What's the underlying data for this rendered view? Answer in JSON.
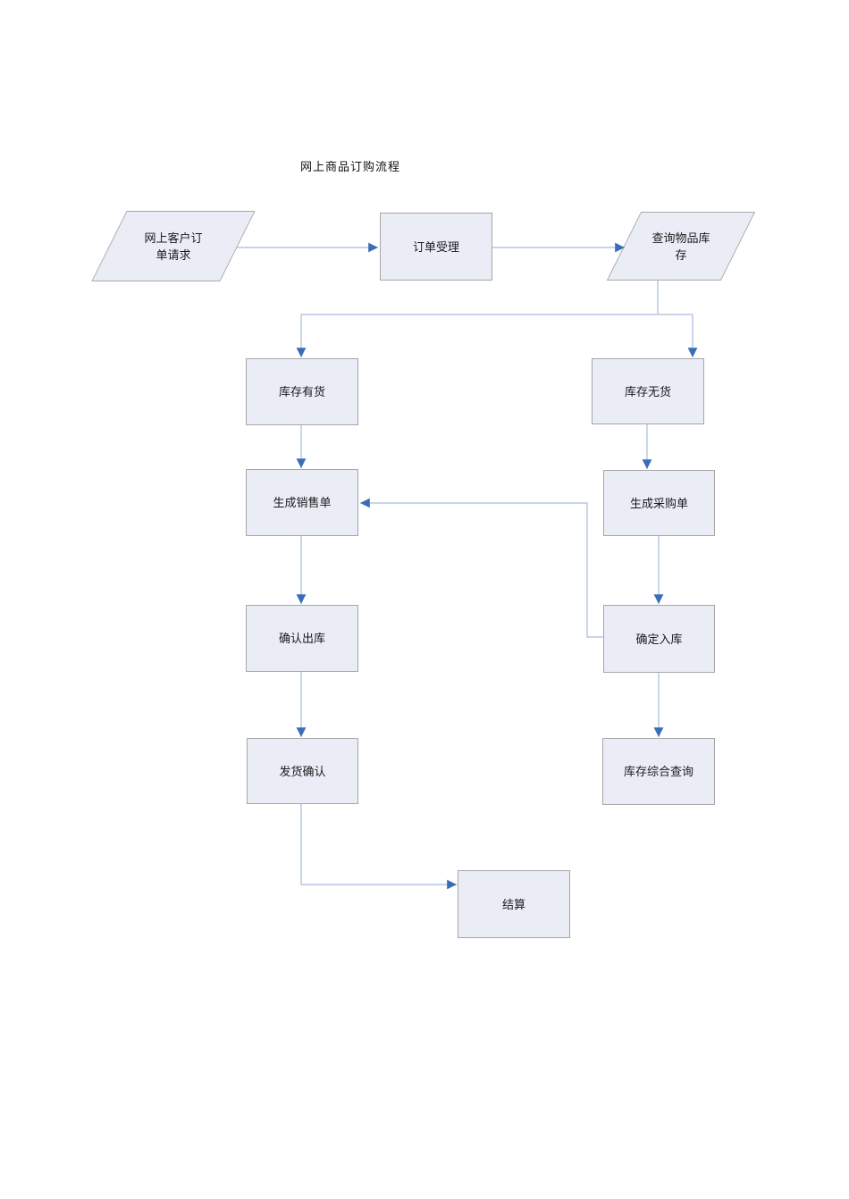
{
  "title": "网上商品订购流程",
  "nodes": {
    "order_request": {
      "label": "网上客户订单请求",
      "shape": "parallelogram"
    },
    "order_accept": {
      "label": "订单受理",
      "shape": "rectangle"
    },
    "query_stock": {
      "label": "查询物品库存",
      "shape": "parallelogram"
    },
    "stock_available": {
      "label": "库存有货",
      "shape": "rectangle"
    },
    "stock_unavailable": {
      "label": "库存无货",
      "shape": "rectangle"
    },
    "create_sales_order": {
      "label": "生成销售单",
      "shape": "rectangle"
    },
    "create_purchase_order": {
      "label": "生成采购单",
      "shape": "rectangle"
    },
    "confirm_outbound": {
      "label": "确认出库",
      "shape": "rectangle"
    },
    "confirm_inbound": {
      "label": "确定入库",
      "shape": "rectangle"
    },
    "shipping_confirm": {
      "label": "发货确认",
      "shape": "rectangle"
    },
    "stock_summary_query": {
      "label": "库存综合查询",
      "shape": "rectangle"
    },
    "settlement": {
      "label": "结算",
      "shape": "rectangle"
    }
  },
  "edges": [
    {
      "from": "order_request",
      "to": "order_accept"
    },
    {
      "from": "order_accept",
      "to": "query_stock"
    },
    {
      "from": "query_stock",
      "to": "stock_available"
    },
    {
      "from": "query_stock",
      "to": "stock_unavailable"
    },
    {
      "from": "stock_available",
      "to": "create_sales_order"
    },
    {
      "from": "stock_unavailable",
      "to": "create_purchase_order"
    },
    {
      "from": "create_sales_order",
      "to": "confirm_outbound"
    },
    {
      "from": "create_purchase_order",
      "to": "confirm_inbound"
    },
    {
      "from": "confirm_inbound",
      "to": "create_sales_order"
    },
    {
      "from": "confirm_outbound",
      "to": "shipping_confirm"
    },
    {
      "from": "confirm_inbound",
      "to": "stock_summary_query"
    },
    {
      "from": "shipping_confirm",
      "to": "settlement"
    }
  ],
  "colors": {
    "background": "#ffffff",
    "node_fill": "#eaedf6",
    "node_border": "#a6a6a6",
    "connector_line": "#a6bcdb",
    "arrowhead": "#3b6cb8",
    "text": "#1a1a1a"
  }
}
